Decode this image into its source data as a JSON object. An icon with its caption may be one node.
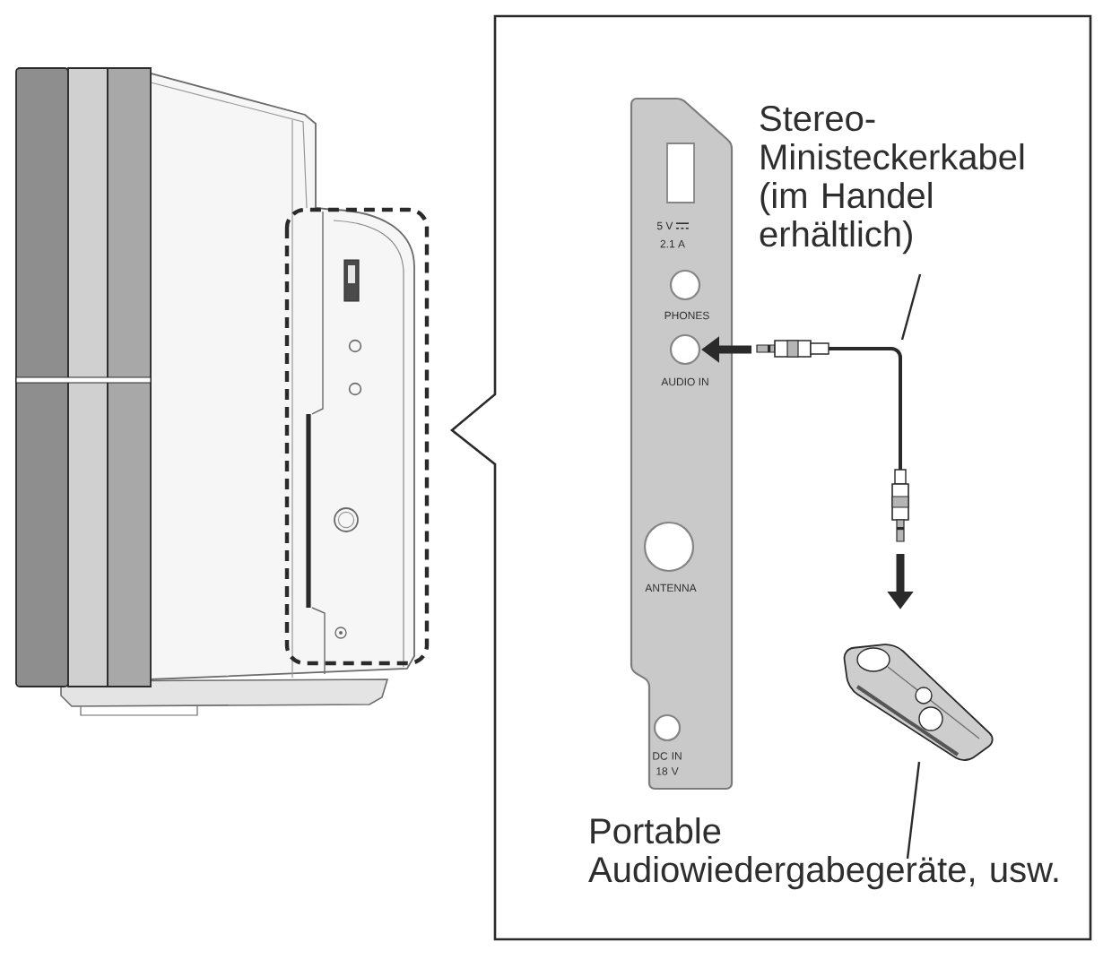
{
  "diagram": {
    "nodes": [
      {
        "text": [],
        "shape": "box"
      },
      {
        "text": [
          "5 V",
          "2.1 A",
          "PHONES",
          "AUDIO IN",
          "ANTENNA",
          "DC IN 18 V"
        ],
        "in": 0
      },
      {
        "text": [
          "Stereo-Ministeckerkabel (im Handel erhältlich)"
        ],
        "in": 0
      },
      {
        "text": [],
        "shape": "picture",
        "in": 0
      },
      {
        "text": [],
        "shape": "picture",
        "in": 0
      },
      {
        "text": [
          "Portable Audiowiedergabegeräte, usw."
        ],
        "in": 0
      }
    ],
    "edges": [
      {
        "from": 2,
        "to": 3,
        "arrow": "none"
      },
      {
        "from": 5,
        "to": 4,
        "arrow": "none"
      },
      {
        "from": 3,
        "to": 1,
        "arrow": "to",
        "style": "thick"
      },
      {
        "from": 3,
        "to": 4,
        "arrow": "to",
        "style": "thick"
      }
    ]
  }
}
